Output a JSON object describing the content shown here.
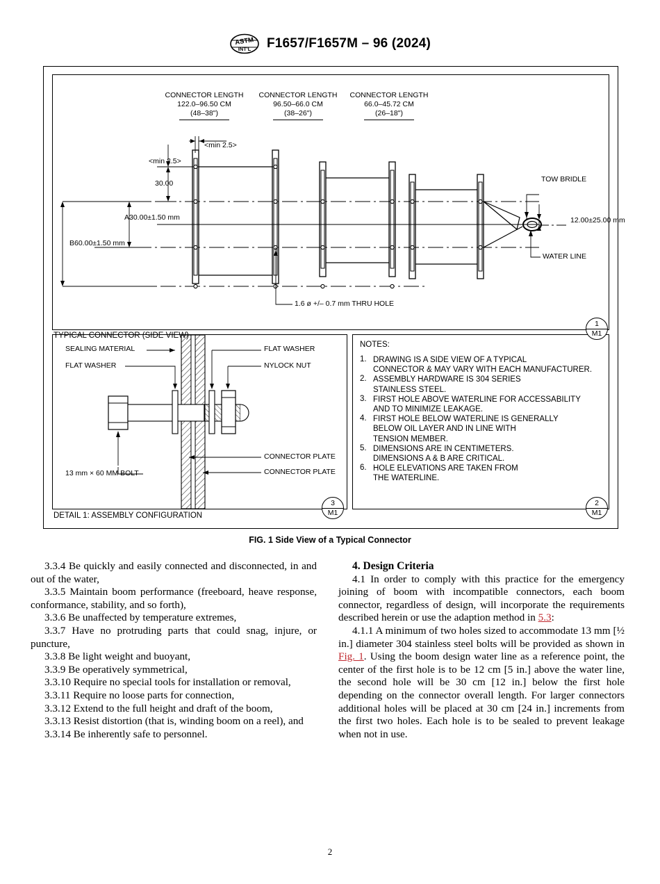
{
  "header": {
    "logo_icon": "astm-logo",
    "designation": "F1657/F1657M – 96 (2024)"
  },
  "figure": {
    "connector_lengths": [
      {
        "title": "CONNECTOR LENGTH",
        "metric": "122.0–96.50 CM",
        "imperial": "(48–38\")"
      },
      {
        "title": "CONNECTOR LENGTH",
        "metric": "96.50–66.0 CM",
        "imperial": "(38–26\")"
      },
      {
        "title": "CONNECTOR LENGTH",
        "metric": "66.0–45.72 CM",
        "imperial": "(26–18\")"
      }
    ],
    "dimensions": {
      "min_gap_top": "<min 2.5>",
      "min_gap_left": "<min 2.5>",
      "spacing_30": "30.00",
      "dim_a": "A30.00±1.50 mm",
      "dim_b": "B60.00±1.50 mm",
      "thru_hole": "1.6 ø +/– 0.7 mm THRU HOLE",
      "tow_bridle": "TOW BRIDLE",
      "bridle_dim": "12.00±25.00 mm",
      "water_line": "WATER LINE"
    },
    "panel_captions": {
      "top": "TYPICAL CONNECTOR (SIDE VIEW)",
      "detail": "DETAIL 1: ASSEMBLY CONFIGURATION"
    },
    "bubbles": [
      {
        "number": "1",
        "sheet": "M1"
      },
      {
        "number": "3",
        "sheet": "M1"
      },
      {
        "number": "2",
        "sheet": "M1"
      }
    ],
    "detail_labels": {
      "sealing_material": "SEALING MATERIAL",
      "flat_washer_left": "FLAT WASHER",
      "flat_washer_right": "FLAT WASHER",
      "nylock_nut": "NYLOCK NUT",
      "bolt": "13 mm × 60 MM BOLT",
      "connector_plate_1": "CONNECTOR PLATE",
      "connector_plate_2": "CONNECTOR PLATE"
    },
    "notes": {
      "title": "NOTES:",
      "items": [
        {
          "num": "1.",
          "text": "DRAWING IS A SIDE VIEW OF A TYPICAL\nCONNECTOR & MAY VARY WITH EACH MANUFACTURER."
        },
        {
          "num": "2.",
          "text": "ASSEMBLY HARDWARE IS 304 SERIES\nSTAINLESS STEEL."
        },
        {
          "num": "3.",
          "text": "FIRST HOLE ABOVE WATERLINE FOR ACCESSABILITY\nAND TO MINIMIZE LEAKAGE."
        },
        {
          "num": "4.",
          "text": "FIRST HOLE BELOW WATERLINE IS GENERALLY\nBELOW OIL LAYER AND IN LINE WITH\nTENSION MEMBER."
        },
        {
          "num": "5.",
          "text": "DIMENSIONS ARE IN CENTIMETERS.\nDIMENSIONS A & B ARE CRITICAL."
        },
        {
          "num": "6.",
          "text": "HOLE ELEVATIONS ARE TAKEN FROM\nTHE WATERLINE."
        }
      ]
    },
    "caption": "FIG. 1  Side View of a Typical Connector"
  },
  "body": {
    "left_column": [
      "3.3.4  Be quickly and easily connected and disconnected, in and out of the water,",
      "3.3.5  Maintain boom performance (freeboard, heave response, conformance, stability, and so forth),",
      "3.3.6  Be unaffected by temperature extremes,",
      "3.3.7  Have no protruding parts that could snag, injure, or puncture,",
      "3.3.8  Be light weight and buoyant,",
      "3.3.9  Be operatively symmetrical,",
      "3.3.10  Require no special tools for installation or removal,",
      "3.3.11  Require no loose parts for connection,",
      "3.3.12  Extend to the full height and draft of the boom,",
      "3.3.13  Resist distortion (that is, winding boom on a reel), and",
      "3.3.14  Be inherently safe to personnel."
    ],
    "right_column": {
      "section_heading": "4.  Design Criteria",
      "para_4_1_before": "4.1  In order to comply with this practice for the emergency joining of boom with incompatible connectors, each boom connector, regardless of design, will incorporate the requirements described herein or use the adaption method in ",
      "para_4_1_xref": "5.3",
      "para_4_1_after": ":",
      "para_4_1_1_before": "4.1.1  A minimum of two holes sized to accommodate 13 mm [½ in.] diameter 304 stainless steel bolts will be provided as shown in ",
      "para_4_1_1_xref": "Fig. 1",
      "para_4_1_1_after": ". Using the boom design water line as a reference point, the center of the first hole is to be 12 cm [5 in.] above the water line, the second hole will be 30 cm [12 in.] below the first hole depending on the connector overall length. For larger connectors additional holes will be placed at 30 cm [24 in.] increments from the first two holes. Each hole is to be sealed to prevent leakage when not in use."
    }
  },
  "page_number": "2",
  "colors": {
    "xref": "#c0272d",
    "ink": "#000000"
  }
}
